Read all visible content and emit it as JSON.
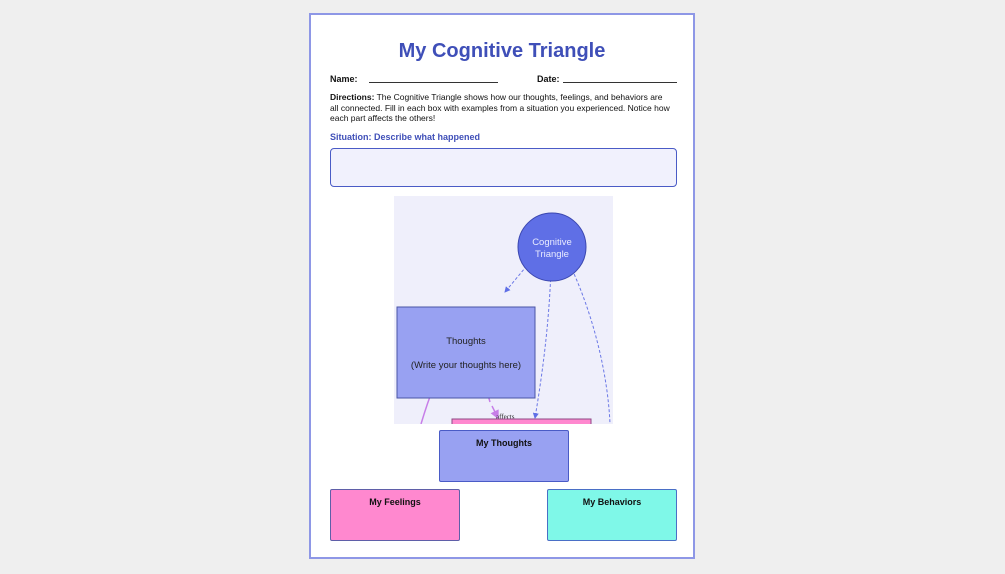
{
  "worksheet": {
    "title": "My Cognitive Triangle",
    "name_label": "Name:",
    "date_label": "Date:",
    "directions_label": "Directions:",
    "directions_text": " The Cognitive Triangle shows how our thoughts, feelings, and behaviors are all connected. Fill in each box with examples from a situation you experienced. Notice how each part affects the others!",
    "situation_label": "Situation: Describe what happened"
  },
  "diagram": {
    "center_node_line1": "Cognitive",
    "center_node_line2": "Triangle",
    "thoughts_node_title": "Thoughts",
    "thoughts_node_hint": "(Write your thoughts here)",
    "edge_label": "affects"
  },
  "boxes": {
    "thoughts_label": "My Thoughts",
    "feelings_label": "My Feelings",
    "behaviors_label": "My Behaviors"
  },
  "colors": {
    "accent": "#3f4fb8",
    "thoughts": "#98a1f2",
    "feelings": "#ff88cf",
    "behaviors": "#7ff8e8",
    "center_node": "#5f6fe6"
  }
}
